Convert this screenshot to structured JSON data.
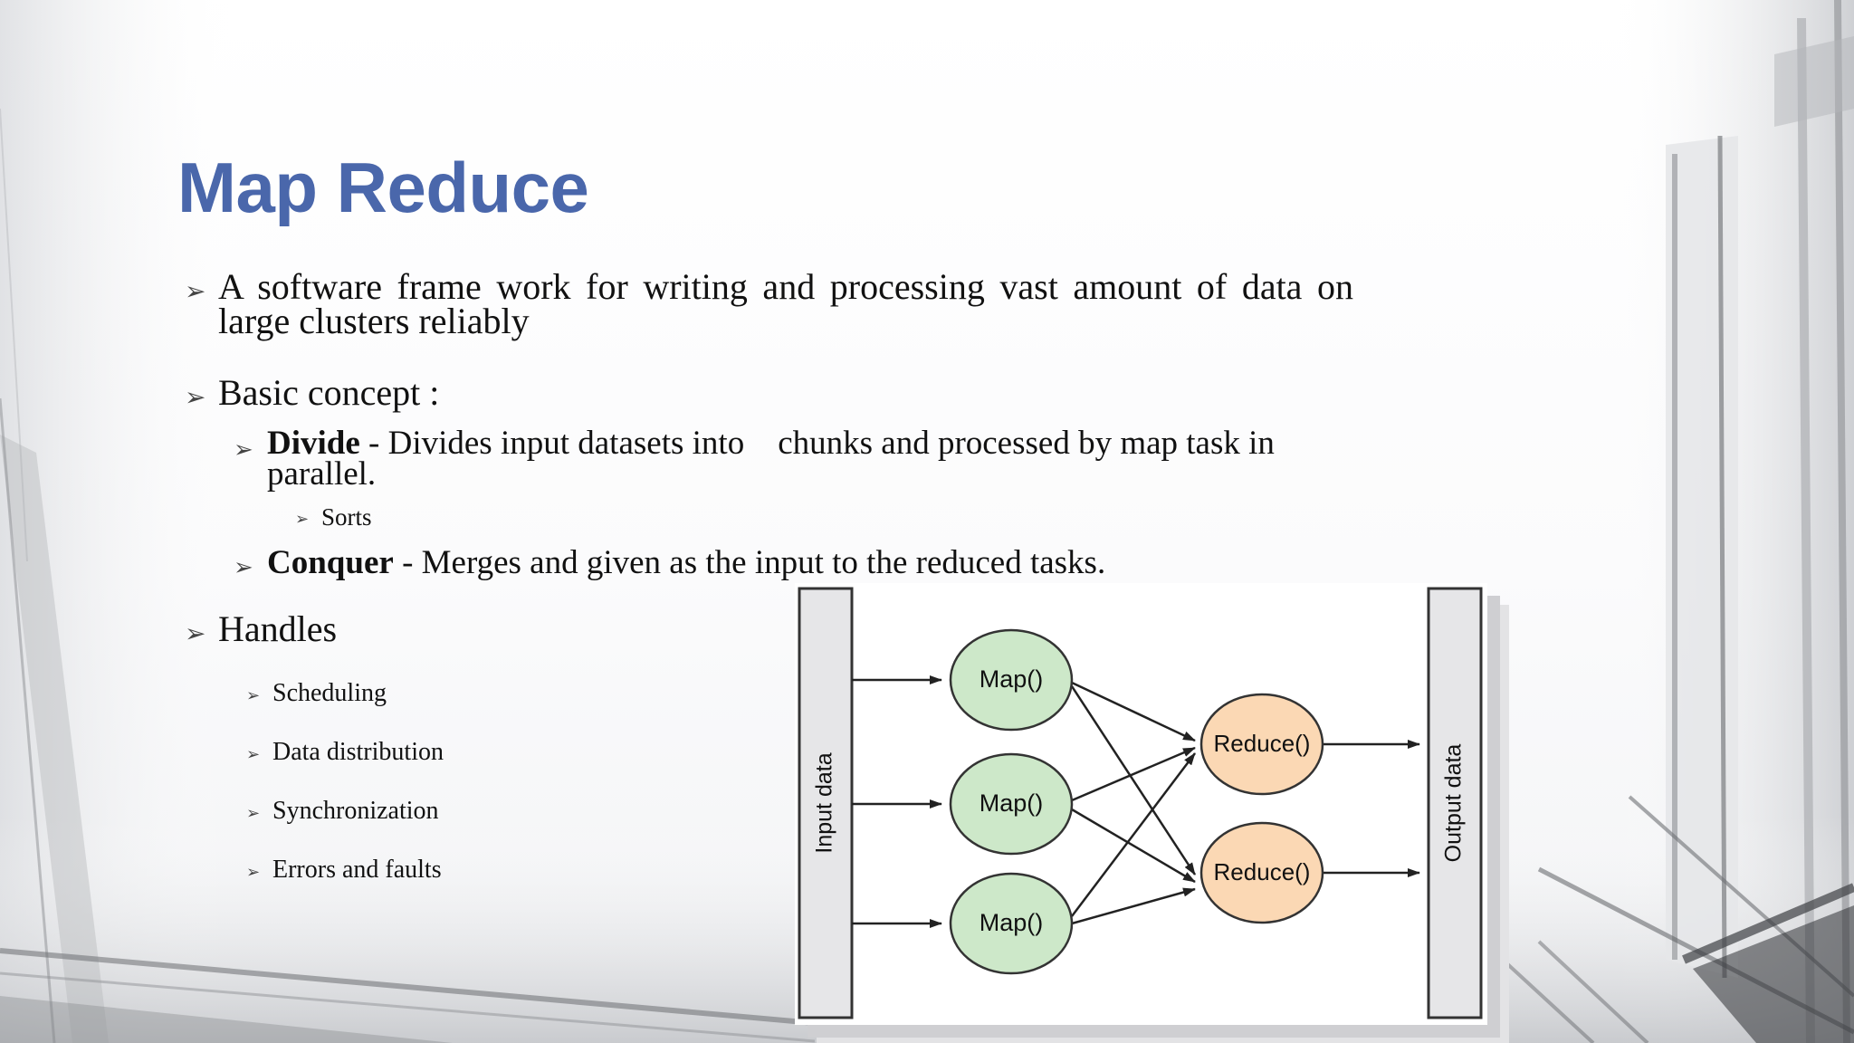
{
  "slide": {
    "title": "Map Reduce",
    "bullets": {
      "b1": {
        "text": "A software frame work for writing and processing vast amount of data on large clusters reliably"
      },
      "b2": {
        "text": "Basic concept :"
      },
      "divide": {
        "bold": "Divide",
        "rest": " - Divides input datasets into    chunks and processed by map task in parallel."
      },
      "sorts": {
        "text": "Sorts"
      },
      "conquer": {
        "bold": "Conquer",
        "rest": " - Merges and given as the input to the reduced tasks."
      },
      "b3": {
        "text": "Handles"
      },
      "handles_items": [
        "Scheduling",
        "Data distribution",
        "Synchronization",
        "Errors and faults"
      ]
    },
    "arrow_glyph": "➢"
  },
  "diagram": {
    "input_label": "Input data",
    "output_label": "Output data",
    "map_labels": [
      "Map()",
      "Map()",
      "Map()"
    ],
    "reduce_labels": [
      "Reduce()",
      "Reduce()"
    ],
    "colors": {
      "map_fill": "#cde8c9",
      "reduce_fill": "#fbd8b4",
      "bar_fill": "#e6e6e8",
      "stroke": "#333333",
      "title": "#4a67ab"
    }
  }
}
